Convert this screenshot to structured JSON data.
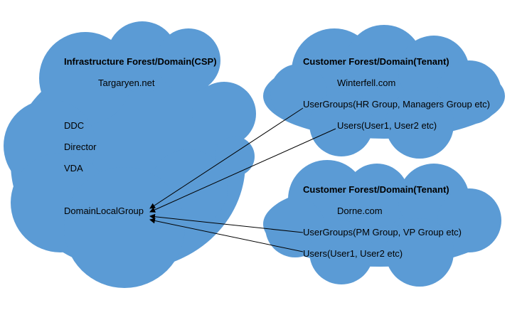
{
  "colors": {
    "cloud_fill": "#5B9BD5",
    "cloud_stroke": "#41719C",
    "arrow": "#000000",
    "background": "#FFFFFF"
  },
  "infrastructure": {
    "title": "Infrastructure Forest/Domain(CSP)",
    "domain": "Targaryen.net",
    "components": [
      "DDC",
      "Director",
      "VDA"
    ],
    "group": "DomainLocalGroup"
  },
  "tenants": [
    {
      "title": "Customer Forest/Domain(Tenant)",
      "domain": "Winterfell.com",
      "user_groups": "UserGroups(HR Group, Managers Group etc)",
      "users": "Users(User1, User2 etc)"
    },
    {
      "title": "Customer Forest/Domain(Tenant)",
      "domain": "Dorne.com",
      "user_groups": "UserGroups(PM Group, VP Group etc)",
      "users": "Users(User1, User2 etc)"
    }
  ],
  "connections": [
    {
      "from": "tenants.0.user_groups",
      "to": "infrastructure.group"
    },
    {
      "from": "tenants.0.users",
      "to": "infrastructure.group"
    },
    {
      "from": "tenants.1.user_groups",
      "to": "infrastructure.group"
    },
    {
      "from": "tenants.1.users",
      "to": "infrastructure.group"
    }
  ]
}
